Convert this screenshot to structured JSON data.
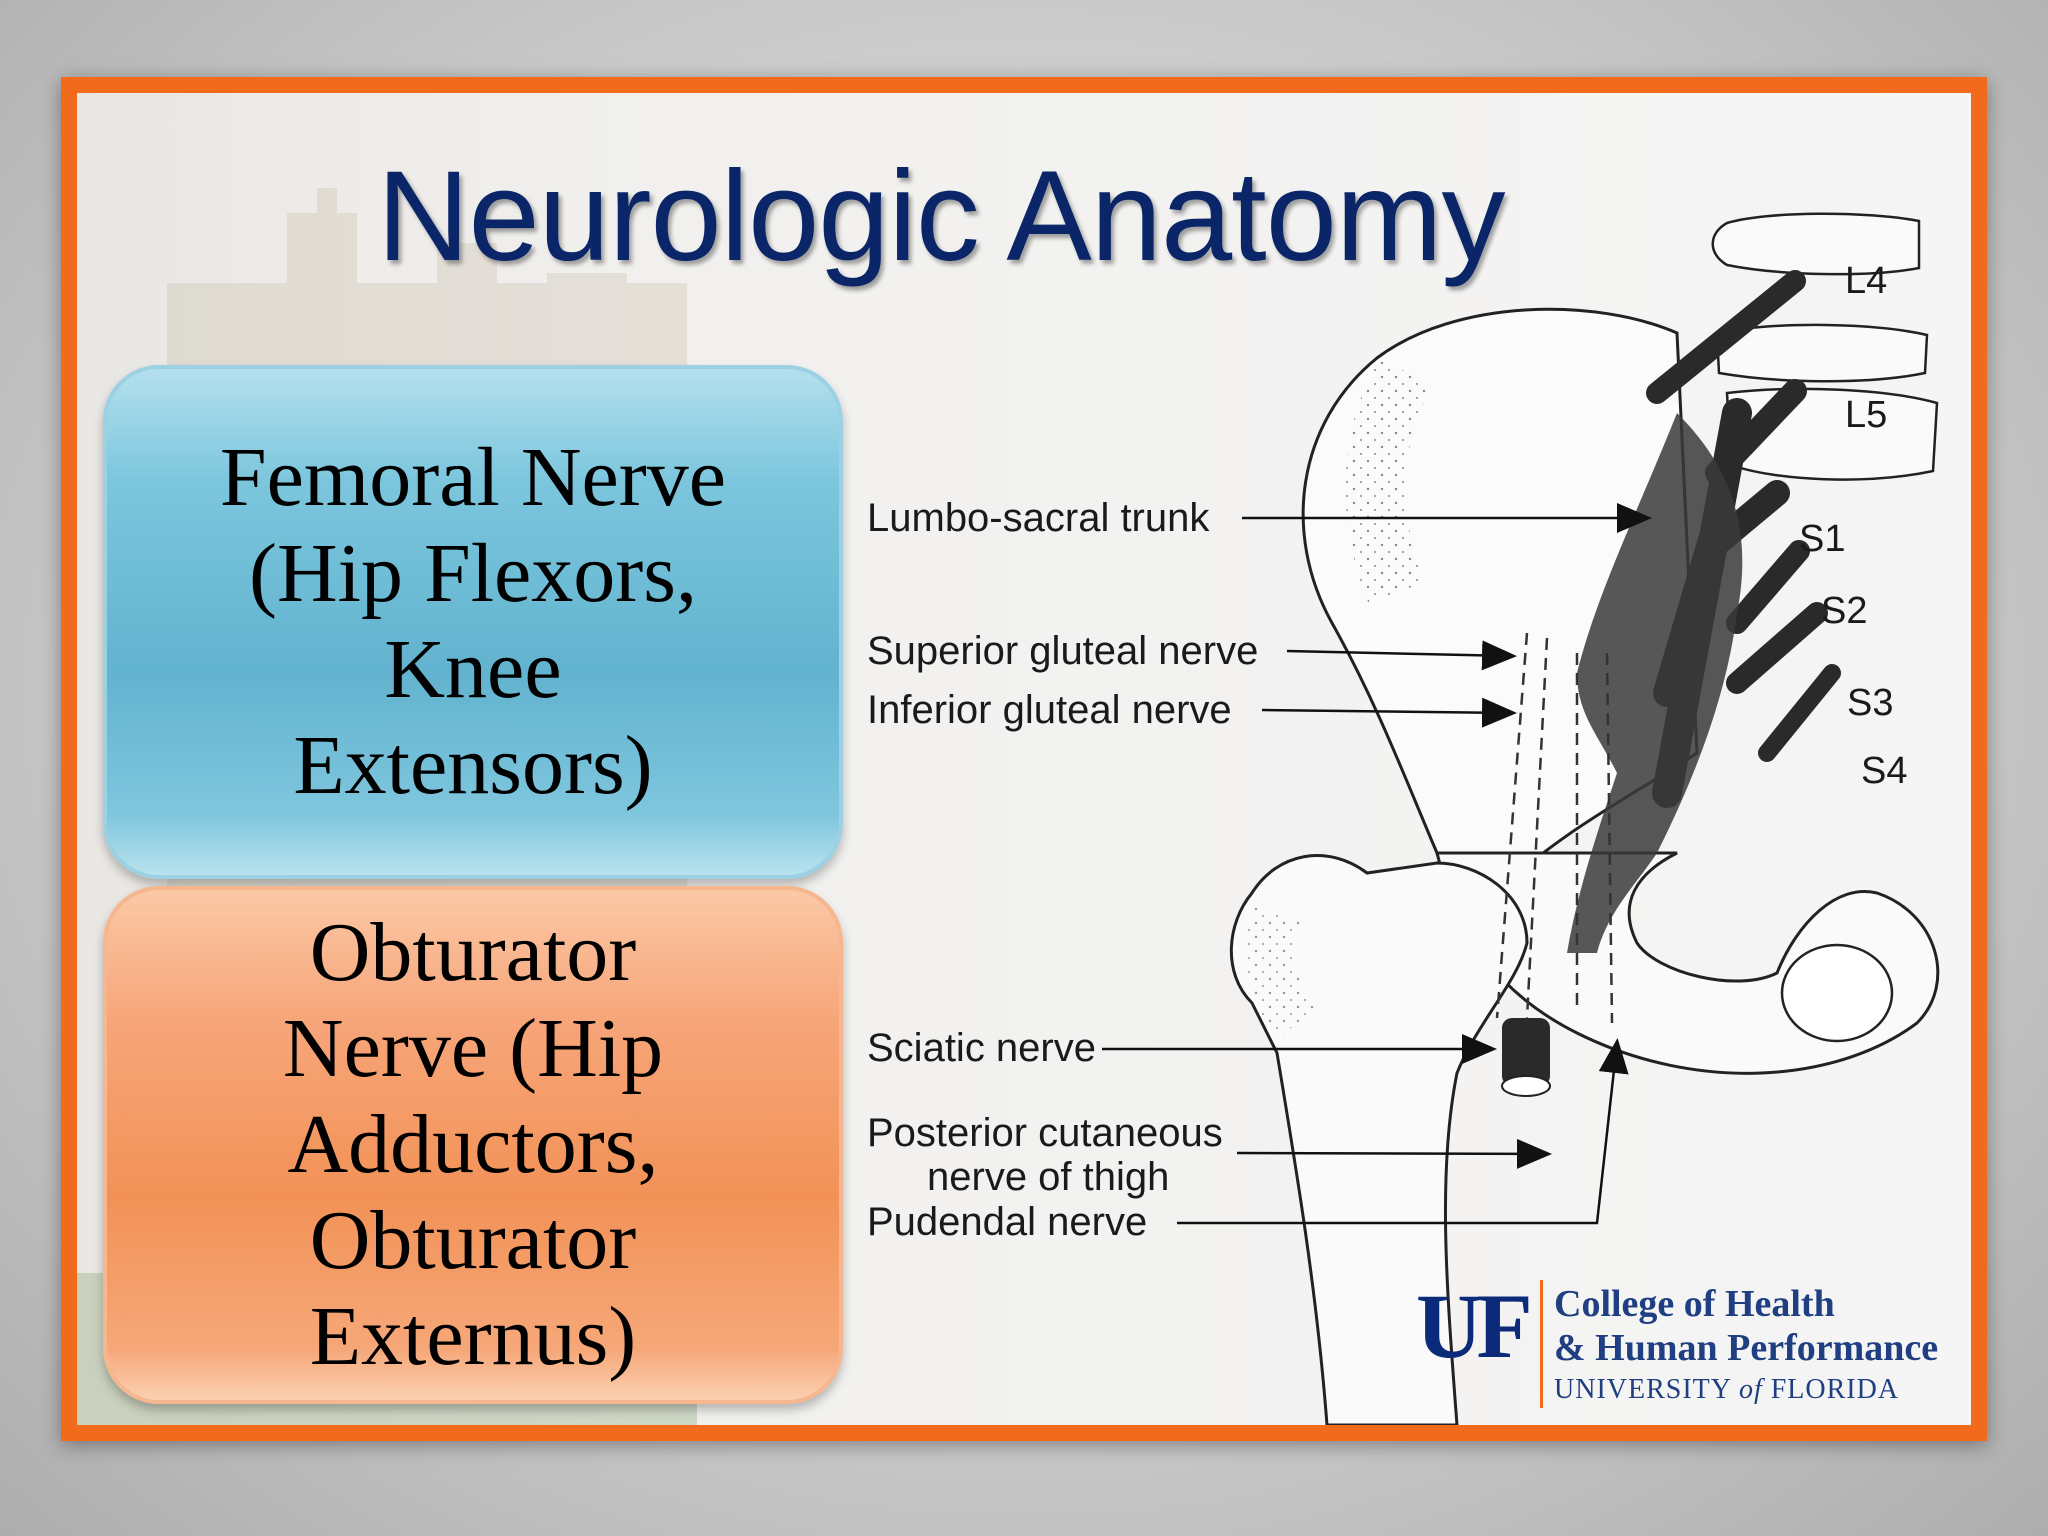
{
  "slide": {
    "title": "Neurologic Anatomy",
    "frame_color": "#f26b1c",
    "title_color": "#0b2668"
  },
  "boxes": {
    "femoral": {
      "lines": [
        "Femoral Nerve",
        "(Hip Flexors,",
        "Knee",
        "Extensors)"
      ],
      "color": "#6ab9d3"
    },
    "obturator": {
      "lines": [
        "Obturator",
        "Nerve (Hip",
        "Adductors,",
        "Obturator",
        "Externus)"
      ],
      "color": "#f3955c"
    }
  },
  "diagram": {
    "labels": {
      "lumbo_sacral": "Lumbo-sacral trunk",
      "superior_gluteal": "Superior gluteal nerve",
      "inferior_gluteal": "Inferior gluteal nerve",
      "sciatic": "Sciatic nerve",
      "posterior_cutaneous_1": "Posterior cutaneous",
      "posterior_cutaneous_2": "nerve of thigh",
      "pudendal": "Pudendal nerve"
    },
    "roots": [
      "L4",
      "L5",
      "S1",
      "S2",
      "S3",
      "S4"
    ]
  },
  "logo": {
    "mark": "UF",
    "line1": "College of Health",
    "line2": "& Human Performance",
    "line3_a": "UNIVERSITY ",
    "line3_b": "of",
    "line3_c": " FLORIDA"
  }
}
